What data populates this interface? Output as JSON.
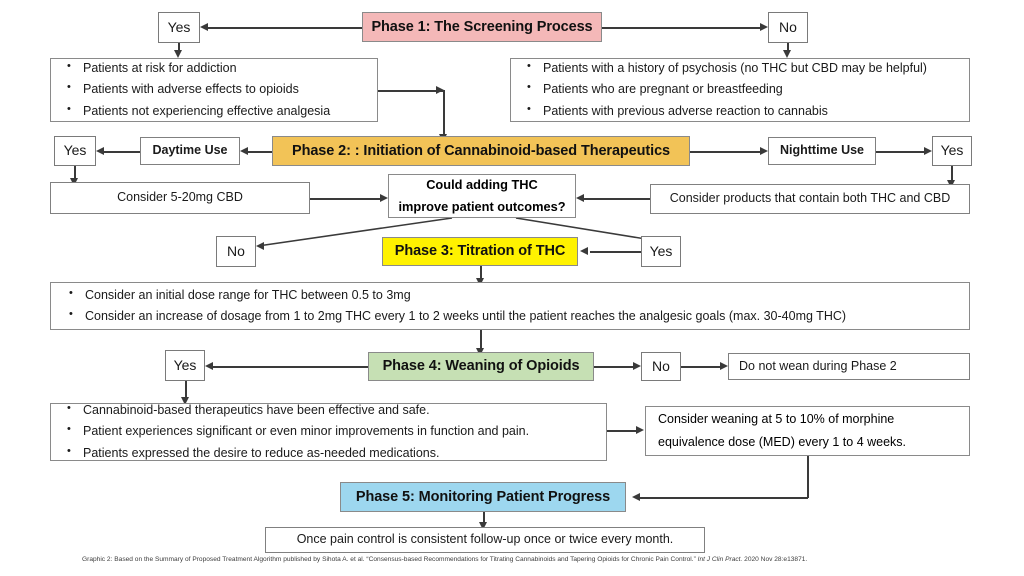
{
  "title": "Proposed Treatment Algorithm for Cannabinoids and Opioid Tapering",
  "colors": {
    "phase1": "#f4b8b8",
    "phase2": "#f2c357",
    "phase3": "#fff200",
    "phase4": "#c6e0b4",
    "phase5": "#9dd7ef",
    "line": "#3a3a3a",
    "border": "#8a8a8a"
  },
  "phase1": {
    "banner": "Phase 1: The Screening Process",
    "yes_label": "Yes",
    "no_label": "No",
    "yes_bullets": [
      "Patients at risk for addiction",
      "Patients with adverse effects to opioids",
      "Patients not experiencing effective analgesia"
    ],
    "no_bullets": [
      "Patients with a history of psychosis (no THC but CBD may be helpful)",
      "Patients who are pregnant or breastfeeding",
      "Patients with previous adverse reaction to cannabis"
    ]
  },
  "phase2": {
    "banner": "Phase 2: : Initiation of Cannabinoid-based Therapeutics",
    "daytime_label": "Daytime Use",
    "nighttime_label": "Nighttime Use",
    "daytime_yes": "Yes",
    "nighttime_yes": "Yes",
    "daytime_action": "Consider 5-20mg CBD",
    "nighttime_action": "Consider products that contain both THC and CBD"
  },
  "decision": {
    "line1": "Could adding THC",
    "line2": "improve patient outcomes?",
    "no_label": "No",
    "yes_label": "Yes"
  },
  "phase3": {
    "banner": "Phase 3: Titration of THC",
    "bullets": [
      "Consider an initial dose range for THC between 0.5 to 3mg",
      "Consider an increase of dosage from 1 to 2mg THC every 1 to 2 weeks until the patient reaches the analgesic goals (max. 30-40mg THC)"
    ]
  },
  "phase4": {
    "banner": "Phase 4: Weaning of Opioids",
    "yes_label": "Yes",
    "no_label": "No",
    "no_action": "Do not wean during Phase 2",
    "yes_bullets": [
      "Cannabinoid-based therapeutics have been effective and safe.",
      "Patient experiences significant or even minor improvements in function and pain.",
      "Patients expressed the desire to reduce as-needed medications."
    ],
    "weaning_line1": "Consider weaning at 5 to 10% of morphine",
    "weaning_line2": "equivalence dose (MED) every 1 to 4 weeks."
  },
  "phase5": {
    "banner": "Phase 5: Monitoring Patient Progress",
    "followup": "Once pain control is consistent follow-up once or twice every month."
  },
  "footer": {
    "part1": "Graphic 2: Based on the Summary of Proposed Treatment Algorithm published by Sihota A. et al. “Consensus-based Recommendations for Titrating Cannabinoids and Tapering Opioids for Chronic Pain Control.” ",
    "journal": "Int J Clin Pract.",
    "part2": " 2020 Nov 28:e13871."
  }
}
